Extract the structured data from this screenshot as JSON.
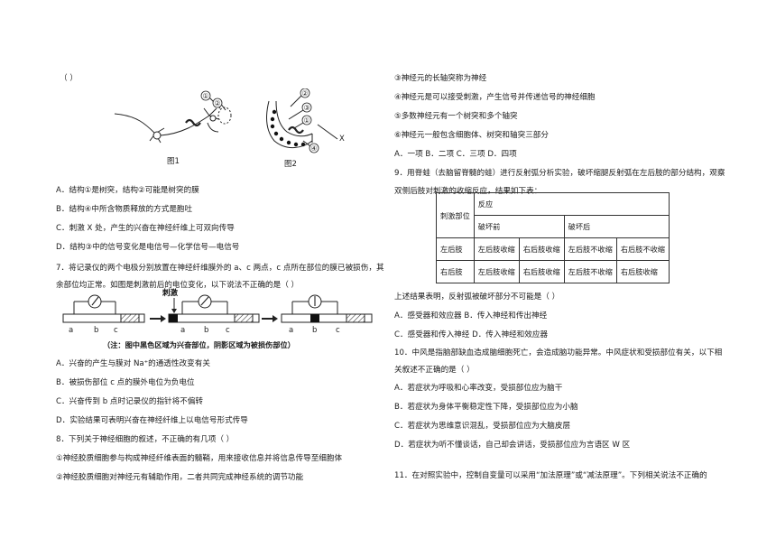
{
  "left": {
    "blank": "（     ）",
    "fig1_label": "图1",
    "fig2_label": "图2",
    "fig_marks": {
      "c1": "①",
      "c2": "②",
      "c3": "③",
      "c4": "④",
      "x": "X"
    },
    "q6_options": [
      "A．结构①是树突，结构②可能是树突的膜",
      "B．结构④中所含物质释放的方式是胞吐",
      "C．刺激 X 处，产生的兴奋在神经纤维上可双向传导",
      "D．结构③中的信号变化是电信号—化学信号—电信号"
    ],
    "q7_line1": "7．将记录仪的两个电极分别放置在神经纤维膜外的 a、c 两点，c 点所在部位的膜已被损伤，其",
    "q7_line2": "余部位均正常。如图是刺激前后的电位变化，以下说法不正确的是（     ）",
    "q7_fig": {
      "stim": "刺激",
      "a": "a",
      "b": "b",
      "c": "c"
    },
    "q7_note": "（注：图中黑色区域为兴奋部位，阴影区域为被损伤部位）",
    "q7_options": [
      "A．兴奋的产生与膜对 Na⁺的通透性改变有关",
      "B．被损伤部位 c 点的膜外电位为负电位",
      "C．兴奋传到 b 点时记录仪的指针将不偏转",
      "D．实验结果可表明兴奋在神经纤维上以电信号形式传导"
    ],
    "q8_stem": "8．下列关于神经细胞的叙述，不正确的有几项（     ）",
    "q8_items": [
      "①神经胶质细胞参与构成神经纤维表面的髓鞘，用来接收信息并将信息传导至细胞体",
      "②神经胶质细胞对神经元有辅助作用，二者共同完成神经系统的调节功能"
    ]
  },
  "right": {
    "q8_items": [
      "③神经元的长轴突称为神经",
      "④神经元是可以接受刺激，产生信号并传递信号的神经细胞",
      "⑤多数神经元有一个树突和多个轴突",
      "⑥神经元一般包含细胞体、树突和轴突三部分"
    ],
    "q8_options": "A．一项    B．二项        C．三项    D．四项",
    "q9_line1": "9．用脊蛙（去脑留脊髓的蛙）进行反射弧分析实验，破坏缩腿反射弧在左后肢的部分结构，观察",
    "q9_line2": "双侧后肢对刺激的收缩反应，结果如下表：",
    "table": {
      "h_part": "刺激部位",
      "h_reaction": "反应",
      "h_before": "破坏前",
      "h_after": "破坏后",
      "rows": [
        [
          "左后肢",
          "左后肢收缩",
          "右后肢收缩",
          "左后肢不收缩",
          "右后肢不收缩"
        ],
        [
          "右后肢",
          "左后肢收缩",
          "右后肢收缩",
          "左后肢不收缩",
          "右后肢收缩"
        ]
      ]
    },
    "q9_stem": "上述结果表明，反射弧被破坏部分不可能是（     ）",
    "q9_options": [
      "A．感受器和效应器    B．传入神经和传出神经",
      "C．感受器和传入神经  D．传入神经和效应器"
    ],
    "q10_line1": "10．中风是指脑部缺血造成脑细胞死亡，会造成脑功能异常。中风症状和受损部位有关，以下相",
    "q10_line2": "关叙述不正确的是（     ）",
    "q10_options": [
      "A．若症状为呼吸和心率改变，受损部位应为脑干",
      "B．若症状为身体平衡稳定性下降，受损部位应为小脑",
      "C．若症状为思维意识混乱，受损部位应为大脑皮层",
      "D．若症状为听不懂谈话，自己却会讲话，受损部位应为言语区 W 区"
    ],
    "q11_line1": "11．在对照实验中，控制自变量可以采用“加法原理”或“减法原理”。下列相关说法不正确的"
  }
}
